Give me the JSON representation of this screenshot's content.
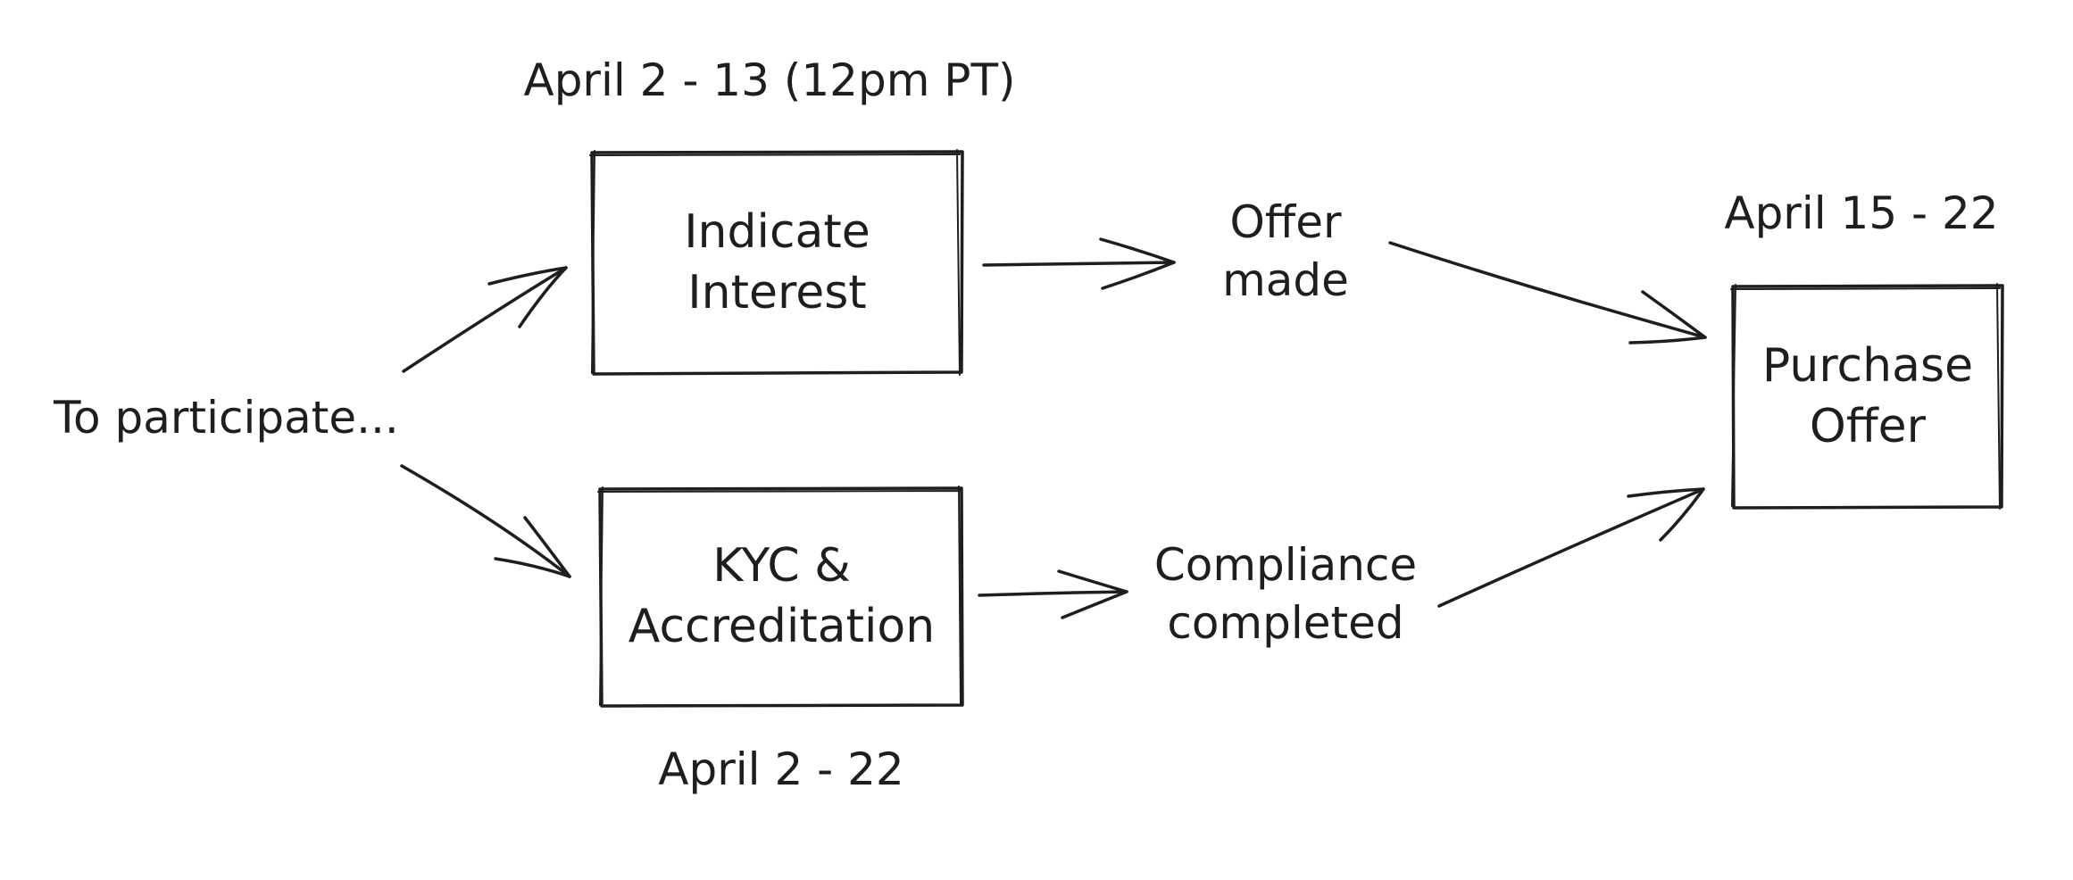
{
  "colors": {
    "stroke": "#1e1e1e",
    "background": "#ffffff"
  },
  "start_label": "To participate...",
  "boxes": {
    "indicate_interest": {
      "lines": [
        "Indicate",
        "Interest"
      ],
      "date": "April 2 - 13 (12pm PT)"
    },
    "kyc_accreditation": {
      "lines": [
        "KYC &",
        "Accreditation"
      ],
      "date": "April 2 - 22"
    },
    "purchase_offer": {
      "lines": [
        "Purchase",
        "Offer"
      ],
      "date": "April 15 - 22"
    }
  },
  "transitions": {
    "offer_made": [
      "Offer",
      "made"
    ],
    "compliance_completed": [
      "Compliance",
      "completed"
    ]
  }
}
